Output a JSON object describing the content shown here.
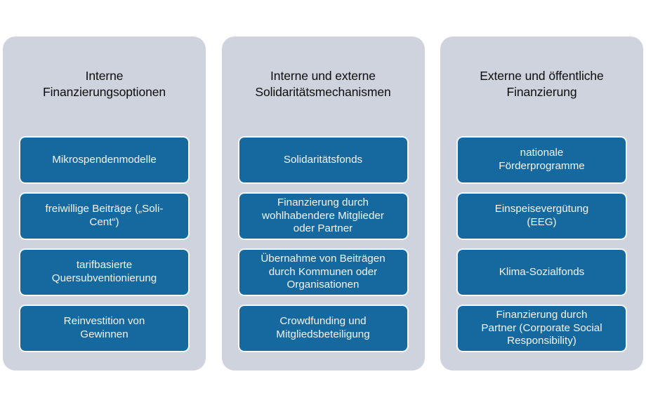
{
  "diagram": {
    "title_colors": {
      "panel_background": "#ced3de",
      "item_background": "#16699f",
      "item_border": "#f4f6f9",
      "item_text": "#f3f4f6",
      "title_text": "#0d0d0d",
      "page_background": "#ffffff"
    },
    "columns": [
      {
        "title": "Interne\nFinanzierungsoptionen",
        "items": [
          {
            "label": "Mikrospendenmodelle"
          },
          {
            "label": "freiwillige Beiträge („Soli-\nCent“)"
          },
          {
            "label": "tarifbasierte\nQuersubventionierung"
          },
          {
            "label": "Reinvestition von\nGewinnen"
          }
        ]
      },
      {
        "title": "Interne und externe\nSolidaritätsmechanismen",
        "items": [
          {
            "label": "Solidaritätsfonds"
          },
          {
            "label": "Finanzierung durch\nwohlhabendere Mitglieder\noder Partner"
          },
          {
            "label": "Übernahme von Beiträgen\ndurch Kommunen oder\nOrganisationen"
          },
          {
            "label": "Crowdfunding und\nMitgliedsbeteiligung"
          }
        ]
      },
      {
        "title": "Externe und öffentliche\nFinanzierung",
        "items": [
          {
            "label": "nationale\nFörderprogramme"
          },
          {
            "label": "Einspeisevergütung\n(EEG)"
          },
          {
            "label": "Klima-Sozialfonds"
          },
          {
            "label": "Finanzierung durch\nPartner (Corporate Social\nResponsibility)"
          }
        ]
      }
    ]
  }
}
